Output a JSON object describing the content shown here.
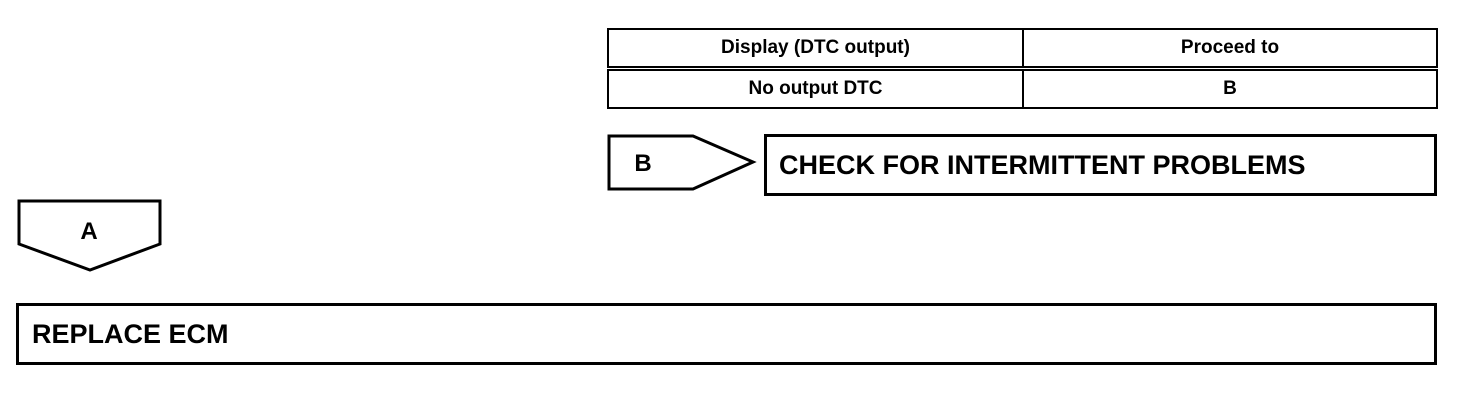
{
  "table": {
    "headers": [
      "Display (DTC output)",
      "Proceed to"
    ],
    "rows": [
      [
        "No output DTC",
        "B"
      ]
    ]
  },
  "branches": {
    "b": {
      "label": "B",
      "action": "CHECK FOR INTERMITTENT PROBLEMS"
    },
    "a": {
      "label": "A",
      "action": "REPLACE ECM"
    }
  }
}
